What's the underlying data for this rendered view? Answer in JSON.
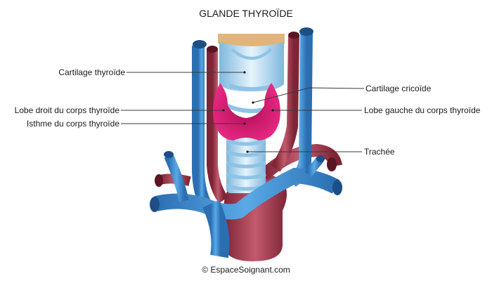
{
  "title": "GLANDE THYROÏDE",
  "labels": {
    "cartilage_thyroide": "Cartilage thyroïde",
    "lobe_droit": "Lobe droit du corps thyroïde",
    "isthme": "Isthme du corps thyroïde",
    "cartilage_cricoide": "Cartilage cricoïde",
    "lobe_gauche": "Lobe gauche du corps thyroïde",
    "trachee": "Trachée"
  },
  "copyright": "© EspaceSoignant.com",
  "colors": {
    "vein": "#3f8fd0",
    "artery": "#a23a4e",
    "gland": "#d4186e",
    "cartilage": "#bfe0f5",
    "hyoid": "#e0b47a"
  }
}
